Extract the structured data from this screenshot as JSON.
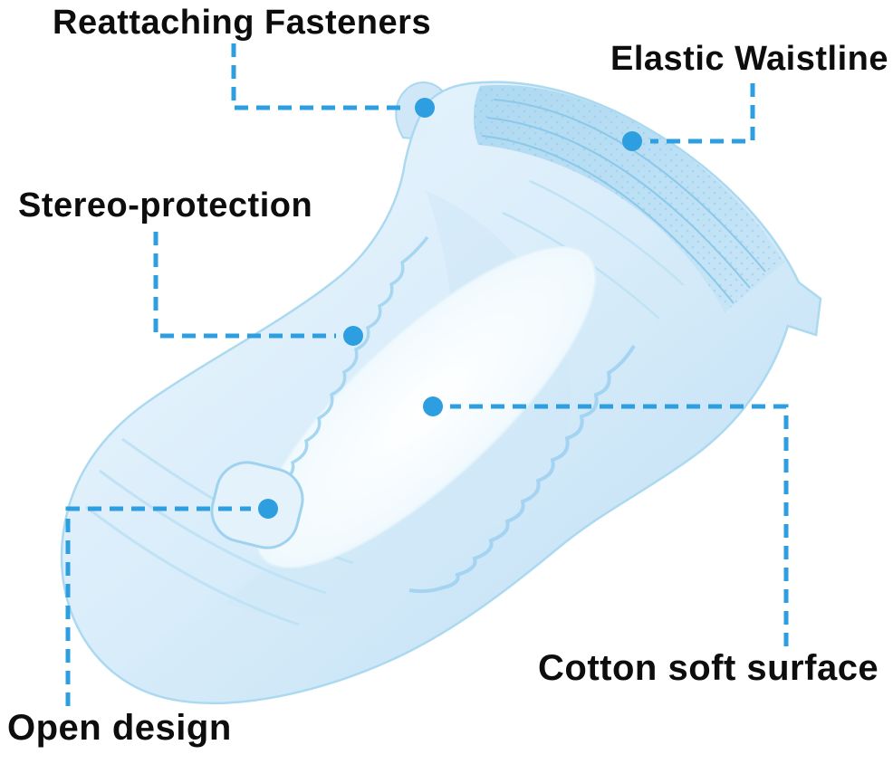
{
  "colors": {
    "accent": "#2D9EE0",
    "label_text": "#0d0d0d",
    "product_light": "#e8f5fd",
    "product_mid": "#bfe0f4",
    "product_band": "#a8d6f0",
    "pad_white": "#ffffff"
  },
  "diagram": {
    "labels": {
      "reattaching_fasteners": "Reattaching Fasteners",
      "elastic_waistline": "Elastic Waistline",
      "stereo_protection": "Stereo-protection",
      "cotton_soft_surface": "Cotton soft surface",
      "open_design": "Open design"
    }
  }
}
